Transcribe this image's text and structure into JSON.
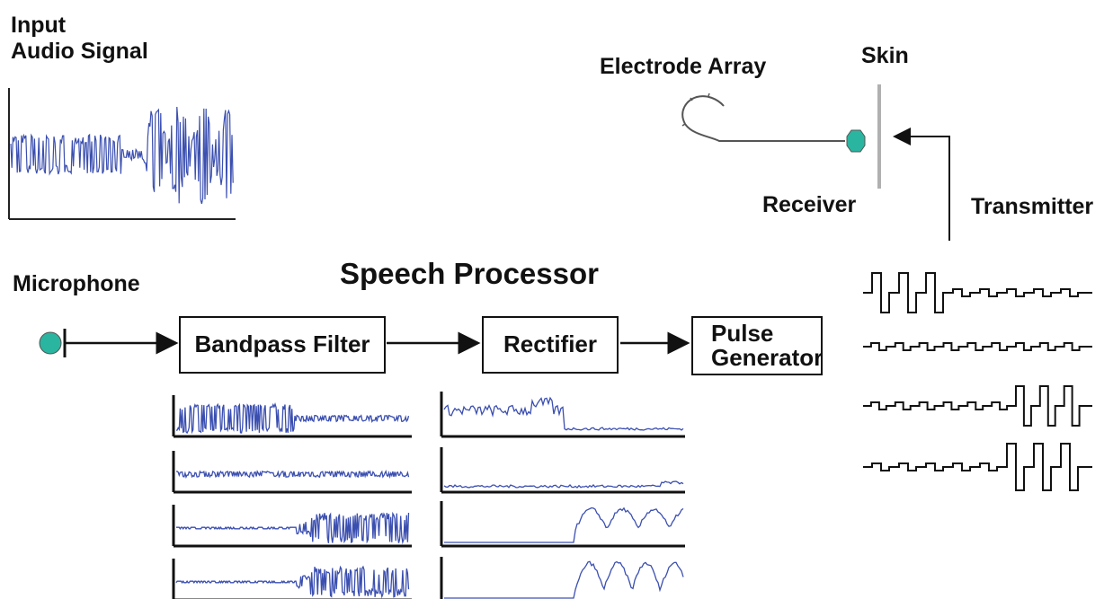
{
  "labels": {
    "input_line1": "Input",
    "input_line2": "Audio Signal",
    "electrode_array": "Electrode Array",
    "skin": "Skin",
    "receiver": "Receiver",
    "transmitter": "Transmitter",
    "microphone": "Microphone",
    "speech_processor": "Speech Processor"
  },
  "blocks": {
    "bandpass_filter": "Bandpass Filter",
    "rectifier": "Rectifier",
    "pulse_line1": "Pulse",
    "pulse_line2": "Generator"
  },
  "colors": {
    "waveform": "#3b4fb0",
    "node": "#2ab5a0",
    "line": "#111111",
    "skin": "#b0b0b0"
  }
}
